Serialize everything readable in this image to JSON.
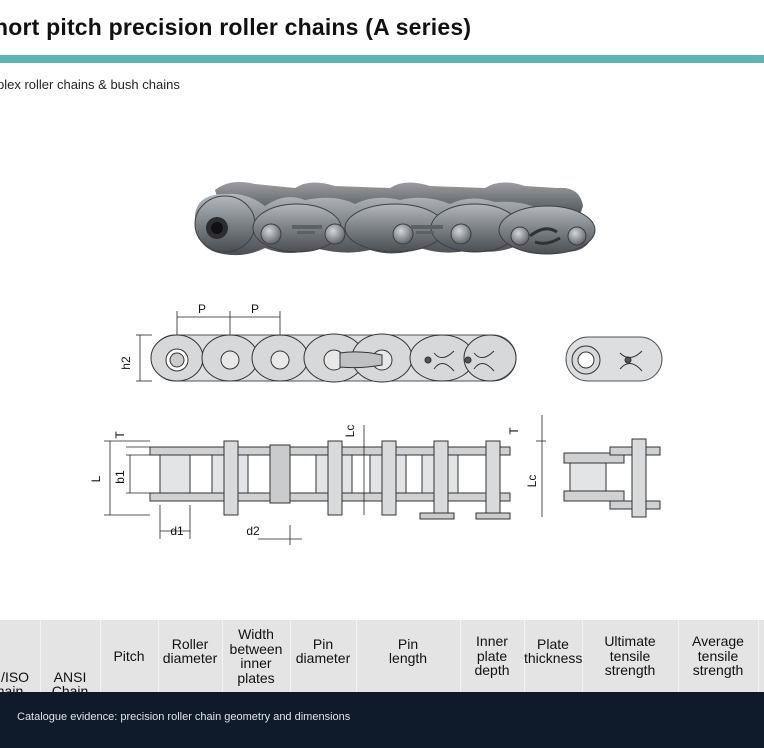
{
  "header": {
    "title": "hort pitch precision roller chains (A series)",
    "subtitle": "plex roller chains & bush chains",
    "accent_color": "#5fb5b5"
  },
  "diagram": {
    "labels": {
      "pitch_a": "P",
      "pitch_b": "P",
      "h2": "h2",
      "t_left": "T",
      "t_right": "T",
      "lc_mid": "Lc",
      "lc_right": "Lc",
      "l": "L",
      "b1": "b1",
      "d1": "d1",
      "d2": "d2"
    }
  },
  "table": {
    "headers": [
      {
        "id": "din_iso_chain",
        "lines": [
          "N/ISO",
          "hain"
        ]
      },
      {
        "id": "ansi_chain",
        "lines": [
          "ANSI",
          "Chain"
        ]
      },
      {
        "id": "pitch",
        "lines": [
          "Pitch"
        ]
      },
      {
        "id": "roller_diameter",
        "lines": [
          "Roller",
          "diameter"
        ]
      },
      {
        "id": "width_between_inner_plates",
        "lines": [
          "Width",
          "between",
          "inner plates"
        ]
      },
      {
        "id": "pin_diameter",
        "lines": [
          "Pin",
          "diameter"
        ]
      },
      {
        "id": "pin_length",
        "lines": [
          "Pin",
          "length"
        ]
      },
      {
        "id": "inner_plate_depth",
        "lines": [
          "Inner",
          "plate",
          "depth"
        ]
      },
      {
        "id": "plate_thickness",
        "lines": [
          "Plate",
          "thickness"
        ]
      },
      {
        "id": "ultimate_tensile_strength",
        "lines": [
          "Ultimate",
          "tensile",
          "strength"
        ]
      },
      {
        "id": "average_tensile_strength",
        "lines": [
          "Average",
          "tensile",
          "strength"
        ]
      }
    ]
  },
  "footer": {
    "caption": "Catalogue evidence: precision roller chain geometry and dimensions",
    "background": "#0f1a2b"
  }
}
